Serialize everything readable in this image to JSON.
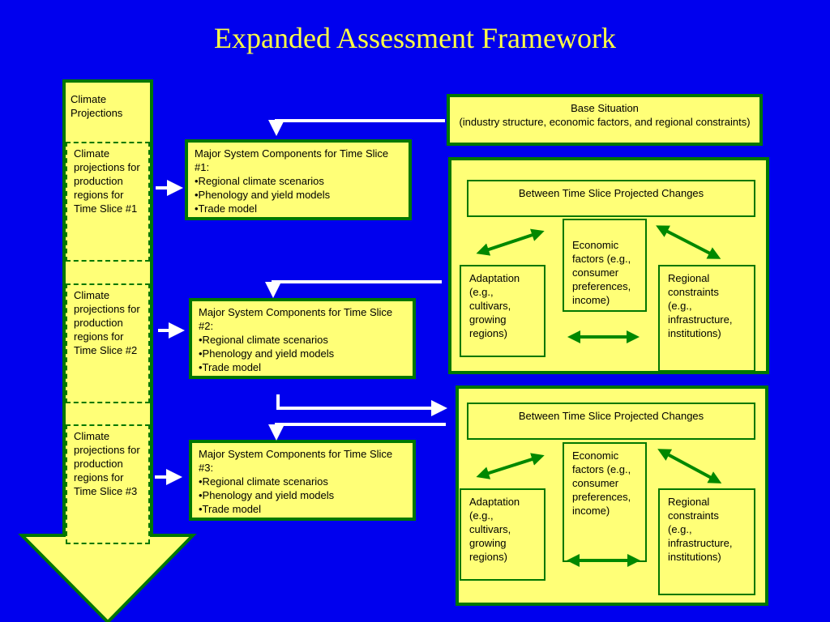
{
  "title": "Expanded Assessment Framework",
  "climate_column": {
    "header": "Climate Projections",
    "slices": [
      "Climate projections for production regions for Time Slice #1",
      "Climate projections for production regions for Time Slice #2",
      "Climate projections for production regions for Time Slice #3"
    ]
  },
  "components": [
    {
      "heading": "Major System Components for Time Slice #1:",
      "items": [
        "•Regional climate scenarios",
        "•Phenology and yield models",
        "•Trade model"
      ]
    },
    {
      "heading": "Major System Components for Time Slice #2:",
      "items": [
        "•Regional climate scenarios",
        "•Phenology and yield models",
        "•Trade model"
      ]
    },
    {
      "heading": "Major System Components for Time Slice #3:",
      "items": [
        "•Regional climate scenarios",
        "•Phenology and yield models",
        "•Trade model"
      ]
    }
  ],
  "base_situation": {
    "title": "Base Situation",
    "detail": "(industry structure, economic factors, and regional constraints)"
  },
  "change_panels": [
    {
      "header": "Between Time Slice Projected Changes",
      "economic": "Economic factors (e.g., consumer preferences, income)",
      "adaptation": "Adaptation (e.g., cultivars, growing regions)",
      "regional": "Regional constraints (e.g., infrastructure, institutions)"
    },
    {
      "header": "Between Time Slice Projected Changes",
      "economic": "Economic factors (e.g., consumer preferences, income)",
      "adaptation": "Adaptation (e.g., cultivars, growing regions)",
      "regional": "Regional constraints (e.g., infrastructure, institutions)"
    }
  ],
  "colors": {
    "background": "#0000ee",
    "box_fill": "#ffff77",
    "border": "#007700",
    "arrow_green": "#008800",
    "arrow_white": "#ffffff",
    "title": "#ffff44"
  }
}
